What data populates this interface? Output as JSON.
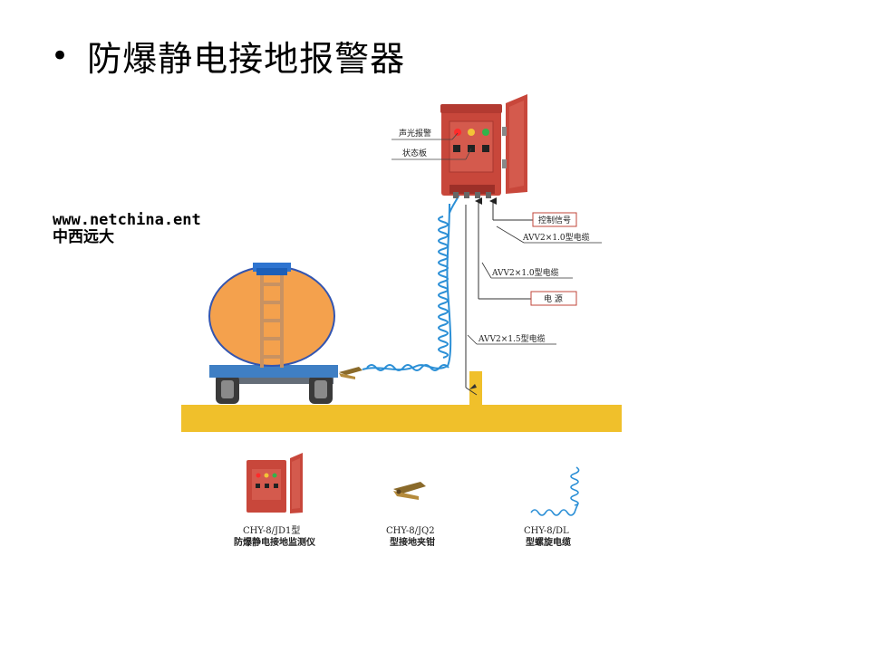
{
  "title": "防爆静电接地报警器",
  "bullet": "•",
  "watermark": {
    "url": "www.netchina.ent",
    "company": "中西远大"
  },
  "labels": {
    "sound_light_alarm": "声光报警",
    "status_panel": "状态板",
    "control_signal": "控制信号",
    "cable_top": "AVV2×1.0型电缆",
    "cable_middle": "AVV2×1.0型电缆",
    "power": "电 源",
    "cable_bottom": "AVV2×1.5型电缆"
  },
  "products": [
    {
      "model": "CHY-8/JD1型",
      "name": "防爆静电接地监测仪"
    },
    {
      "model": "CHY-8/JQ2",
      "name": "型接地夹钳"
    },
    {
      "model": "CHY-8/DL",
      "name": "型螺旋电缆"
    }
  ],
  "colors": {
    "cabinet_red": "#c8473b",
    "ground_yellow": "#f0c02b",
    "tank_orange": "#f4a14d",
    "tank_outline": "#3355b0",
    "cable_blue": "#2b8fd6",
    "ladder": "#c89262"
  }
}
